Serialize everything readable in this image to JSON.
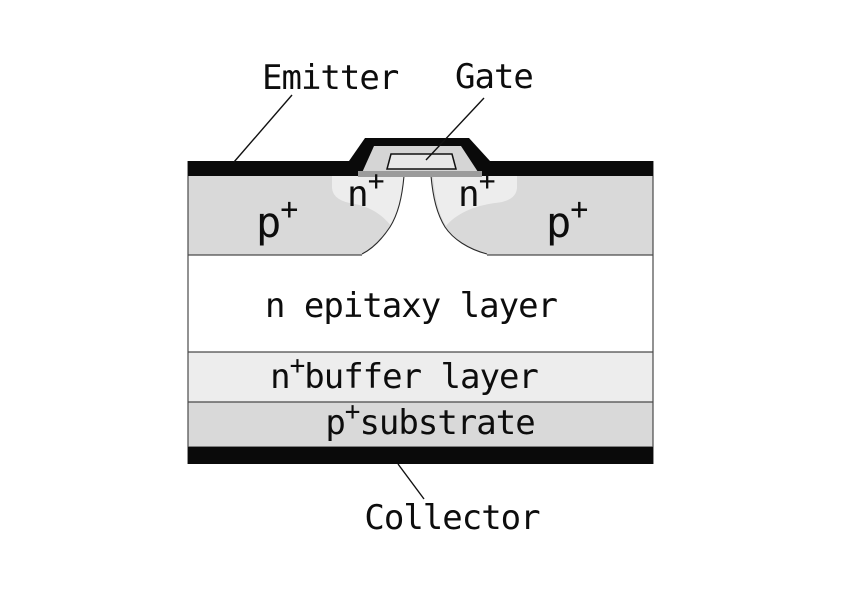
{
  "diagram": {
    "type_note": "IGBT semiconductor cross-section",
    "terminals": {
      "emitter": "Emitter",
      "gate": "Gate",
      "collector": "Collector"
    },
    "regions": {
      "p_plus_left": {
        "base": "p",
        "sup": "+"
      },
      "p_plus_right": {
        "base": "p",
        "sup": "+"
      },
      "n_plus_left": {
        "base": "n",
        "sup": "+"
      },
      "n_plus_right": {
        "base": "n",
        "sup": "+"
      },
      "epitaxy": {
        "label": "n epitaxy layer"
      },
      "buffer": {
        "base": "n",
        "sup": "+",
        "rest": "buffer layer"
      },
      "substrate": {
        "base": "p",
        "sup": "+",
        "rest": "substrate"
      }
    },
    "colors": {
      "metal": "#0a0a0a",
      "p_region": "#d9d9d9",
      "n_plus_region": "#ededed",
      "epitaxy": "#ffffff",
      "buffer": "#ededed",
      "substrate": "#d9d9d9",
      "gate_oxide": "#d5d5d5",
      "gate_poly": "#e8e8e8",
      "oxide_bar": "#9b9b9b",
      "outline": "#4a4a4a",
      "leader": "#111111"
    }
  }
}
